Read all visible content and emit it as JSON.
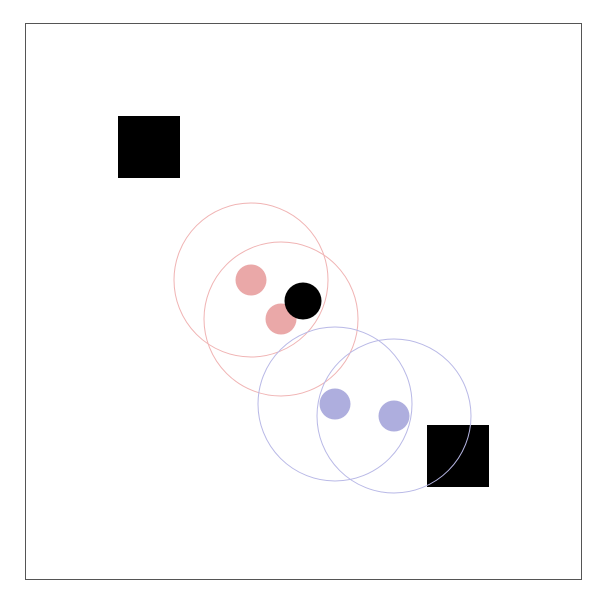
{
  "scene": {
    "background_color": "#ffffff",
    "frame_color": "#555555",
    "obstacle_color": "#000000",
    "agent_color": "#000000",
    "teams": [
      {
        "name": "red-team",
        "fill_color": "#eaa8a8",
        "ring_color": "#f0b3b3",
        "members": 2
      },
      {
        "name": "blue-team",
        "fill_color": "#aeaede",
        "ring_color": "#b8b8e6",
        "members": 2
      }
    ],
    "obstacles": 2,
    "agents": 1
  }
}
